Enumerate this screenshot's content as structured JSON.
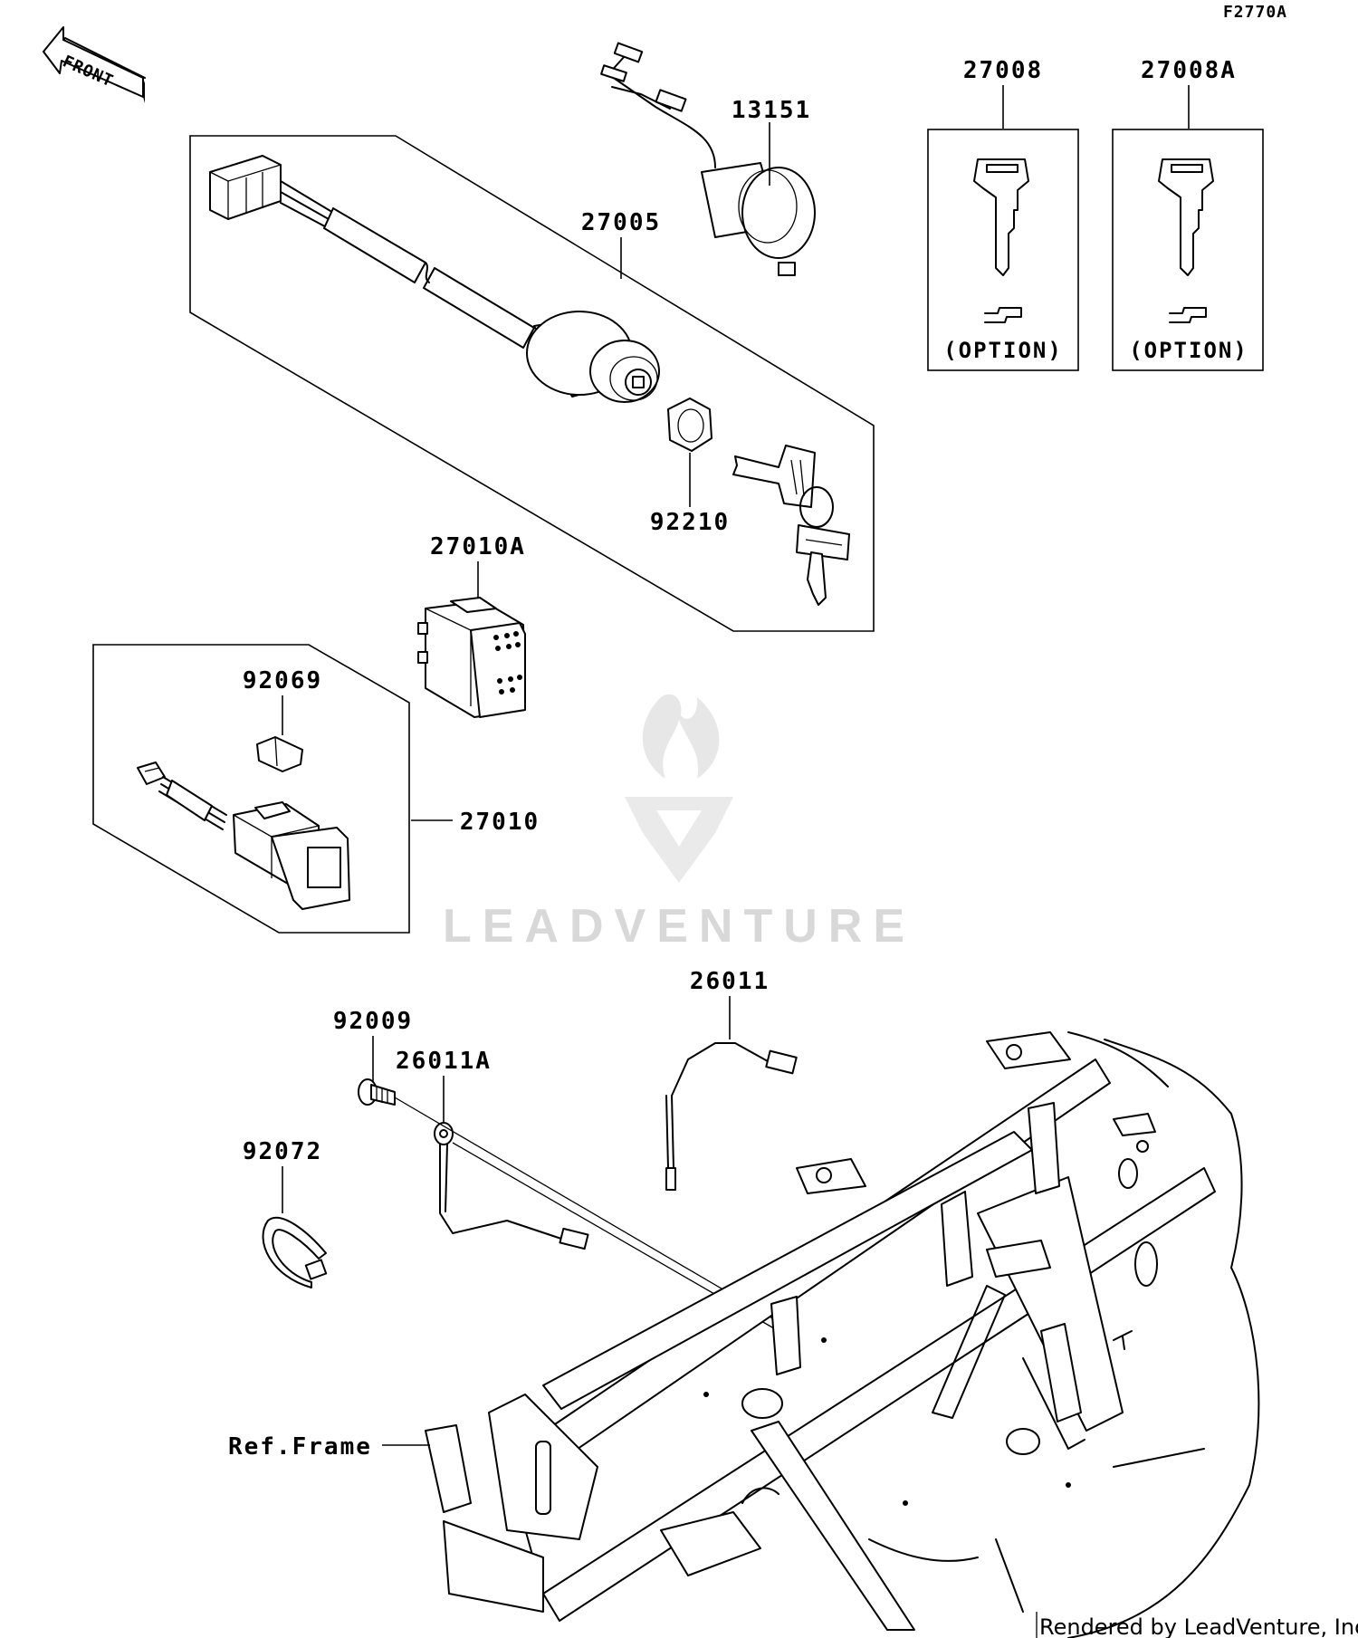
{
  "figure_code": "F2770A",
  "direction_label": "FRONT",
  "credit": "Rendered by LeadVenture, Inc.",
  "watermark": "LEADVENTURE",
  "parts": [
    {
      "id": "13151"
    },
    {
      "id": "27005"
    },
    {
      "id": "27008"
    },
    {
      "id": "27008A"
    },
    {
      "id": "92210"
    },
    {
      "id": "27010A"
    },
    {
      "id": "92069"
    },
    {
      "id": "27010"
    },
    {
      "id": "26011"
    },
    {
      "id": "92009"
    },
    {
      "id": "26011A"
    },
    {
      "id": "92072"
    }
  ],
  "option_label": "(OPTION)",
  "ref_frame_label": "Ref.Frame",
  "colors": {
    "line": "#000000",
    "background": "#ffffff",
    "watermark": "#d8d8d8"
  }
}
